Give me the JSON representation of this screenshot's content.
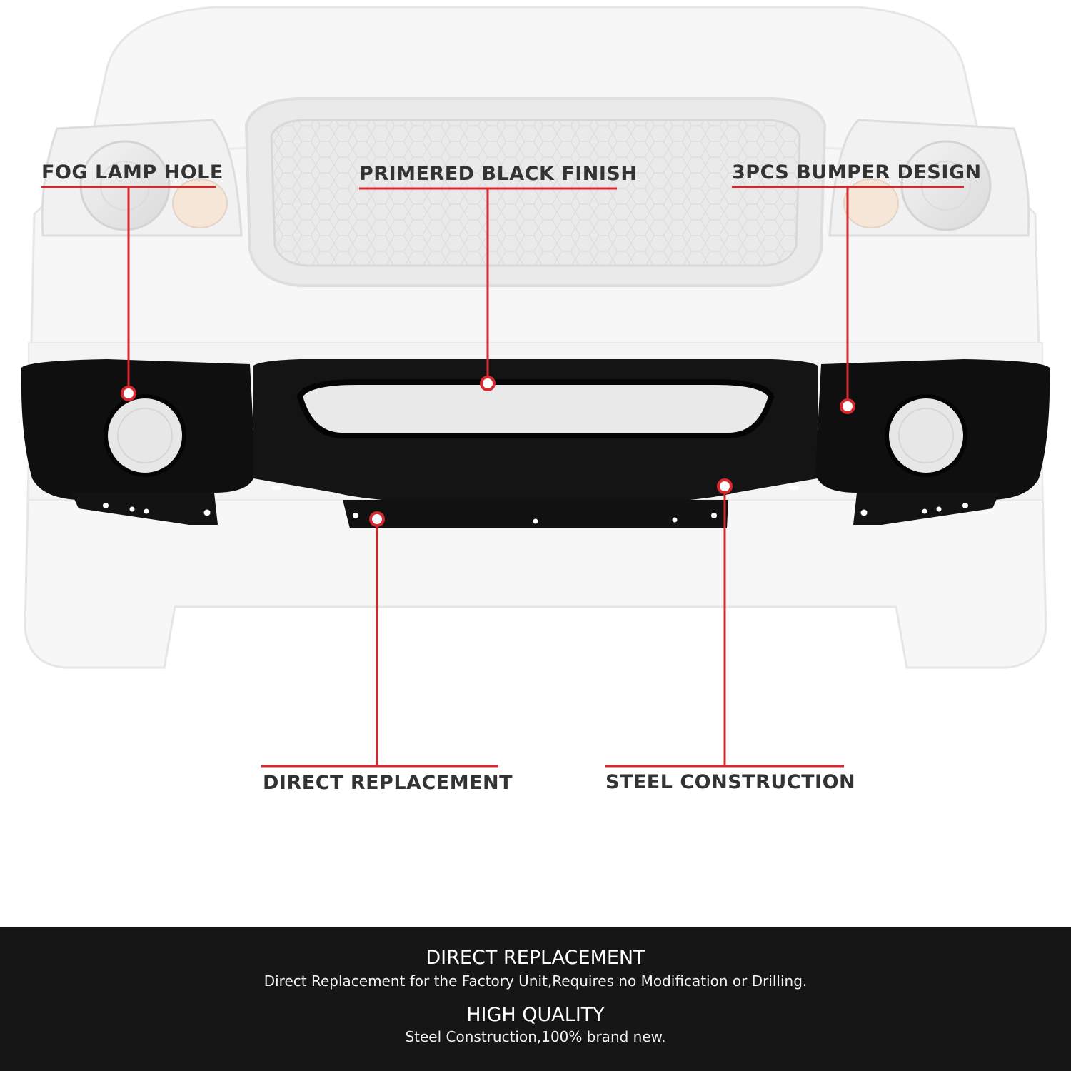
{
  "callouts": {
    "fog_lamp_hole": "FOG LAMP HOLE",
    "primered_black_finish": "PRIMERED BLACK FINISH",
    "three_pcs_bumper_design": "3PCS BUMPER DESIGN",
    "direct_replacement": "DIRECT REPLACEMENT",
    "steel_construction": "STEEL CONSTRUCTION"
  },
  "features": [
    {
      "title": "DIRECT REPLACEMENT",
      "description": "Direct Replacement for the Factory Unit,Requires no Modification or Drilling."
    },
    {
      "title": "HIGH QUALITY",
      "description": "Steel Construction,100% brand new."
    }
  ],
  "colors": {
    "accent": "#d7282f",
    "bumper": "#0f0f0f",
    "footer_background": "#161616",
    "callout_text": "#333333"
  }
}
